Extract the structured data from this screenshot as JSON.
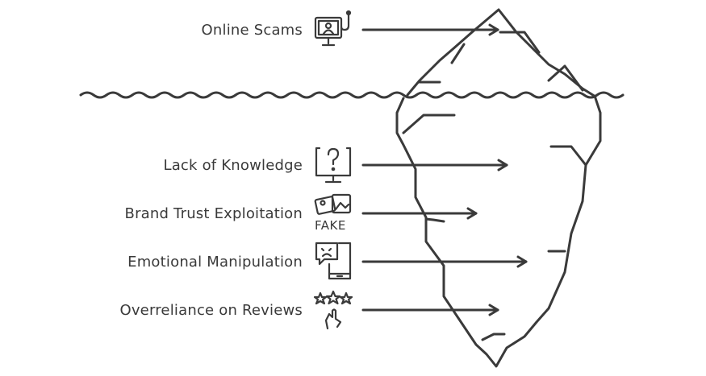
{
  "diagram": {
    "above_water": [
      {
        "id": "online-scams",
        "label": "Online Scams",
        "icon": "monitor-user-hook-icon"
      }
    ],
    "below_water": [
      {
        "id": "lack-of-knowledge",
        "label": "Lack of Knowledge",
        "icon": "monitor-question-icon"
      },
      {
        "id": "brand-trust-exploitation",
        "label": "Brand Trust Exploitation",
        "icon": "fake-photo-icon",
        "icon_text": "FAKE"
      },
      {
        "id": "emotional-manipulation",
        "label": "Emotional Manipulation",
        "icon": "phone-sad-face-icon"
      },
      {
        "id": "overreliance-on-reviews",
        "label": "Overreliance on Reviews",
        "icon": "stars-hand-icon"
      }
    ],
    "colors": {
      "stroke": "#3a3a3a",
      "text": "#3a3a3a",
      "background": "#ffffff"
    }
  }
}
